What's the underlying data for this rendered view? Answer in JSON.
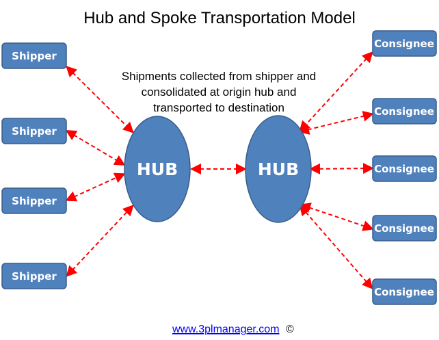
{
  "title": "Hub and Spoke Transportation Model",
  "description": [
    "Shipments collected from shipper and",
    "consolidated at origin hub and",
    "transported to destination"
  ],
  "shippers": [
    "Shipper",
    "Shipper",
    "Shipper",
    "Shipper"
  ],
  "consignees": [
    "Consignee",
    "Consignee",
    "Consignee",
    "Consignee",
    "Consignee"
  ],
  "hubs": [
    "HUB",
    "HUB"
  ],
  "footer": {
    "link": "www.3plmanager.com",
    "copyright": "©"
  },
  "colors": {
    "box": "#4f81bd",
    "arrow": "#ff0000"
  }
}
